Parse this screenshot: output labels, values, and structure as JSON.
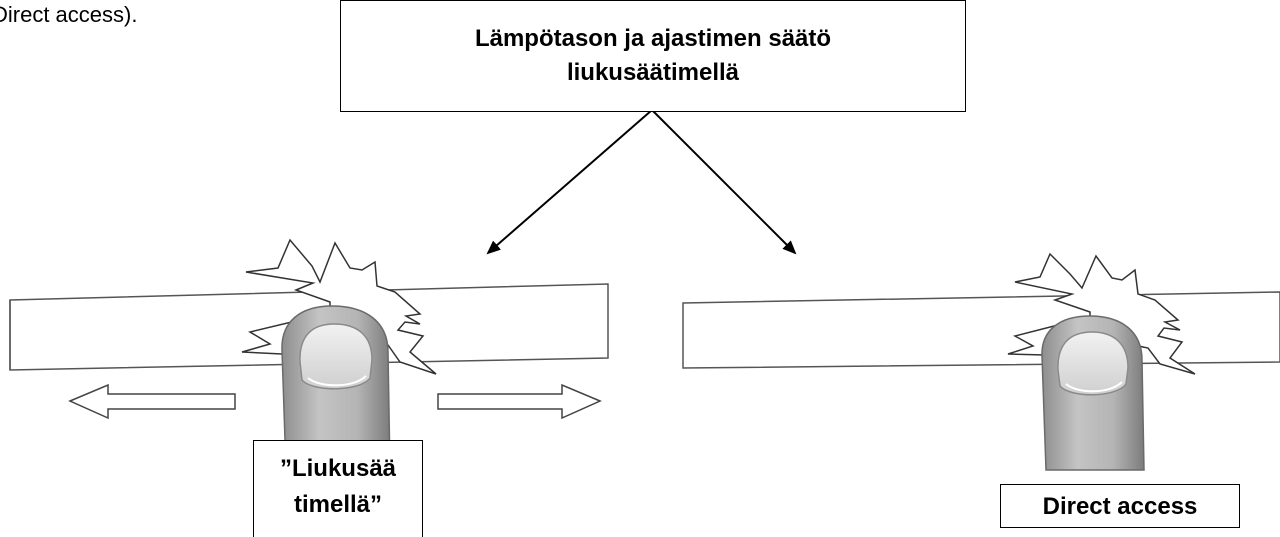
{
  "intro_text": "Direct access).",
  "title": {
    "line1": "Lämpötason ja ajastimen säätö",
    "line2": "liukusäätimellä"
  },
  "slider_label": {
    "line1": "”Liukusää",
    "line2": "timellä”"
  },
  "direct_label": "Direct access",
  "colors": {
    "line": "#000000",
    "finger_fill": "#b8b8b8",
    "nail_fill": "#dcdcdc",
    "background": "#ffffff"
  },
  "icons": [
    "finger-touch-icon",
    "burst-icon",
    "arrow-left-icon",
    "arrow-right-icon"
  ]
}
